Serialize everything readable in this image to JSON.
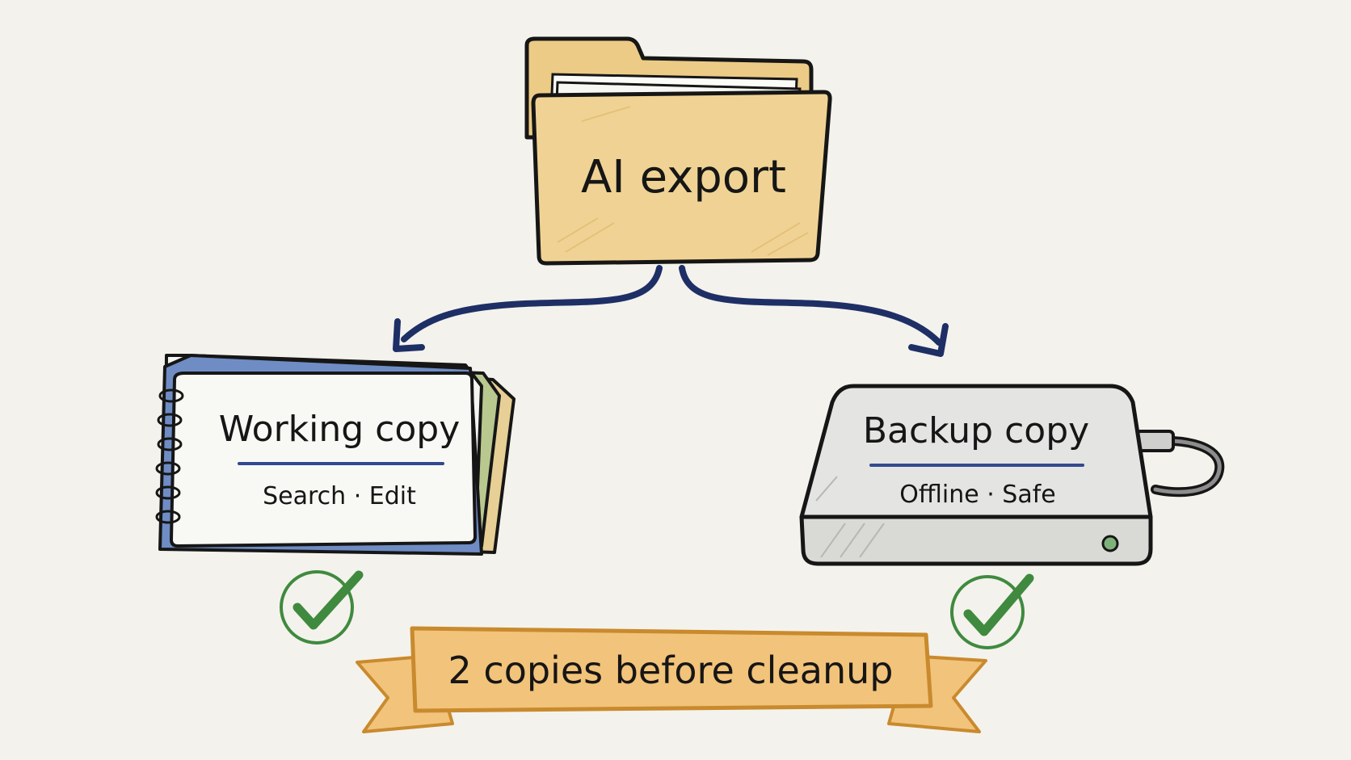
{
  "diagram": {
    "source": {
      "label": "AI export"
    },
    "working": {
      "title": "Working copy",
      "tags": "Search · Edit"
    },
    "backup": {
      "title": "Backup copy",
      "tags": "Offline · Safe"
    },
    "banner": {
      "text": "2 copies before cleanup"
    }
  },
  "colors": {
    "background": "#f4f2ec",
    "folder": "#f0d394",
    "folder_shade": "#e2bd72",
    "arrow": "#1e2f66",
    "notebook_blue": "#6f8dc4",
    "notebook_green": "#b9c88f",
    "notebook_tan": "#e7cf95",
    "drive": "#e4e4e2",
    "underline": "#31498f",
    "check": "#3f8a3f",
    "banner": "#f2c37a",
    "banner_stroke": "#c98a2e"
  },
  "icons": [
    "folder-icon",
    "notebook-icon",
    "drive-icon",
    "check-icon",
    "banner-ribbon-icon"
  ]
}
